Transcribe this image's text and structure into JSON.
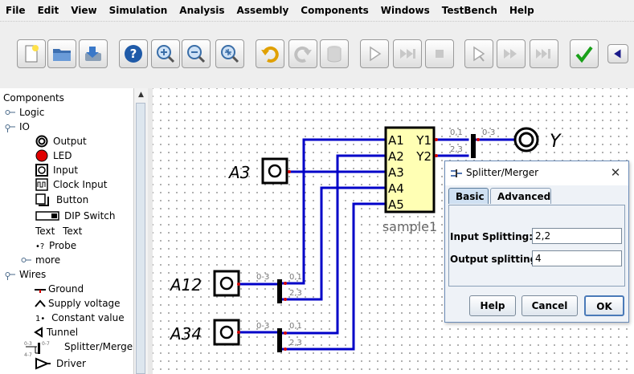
{
  "menubar": {
    "items": [
      "File",
      "Edit",
      "View",
      "Simulation",
      "Analysis",
      "Assembly",
      "Components",
      "Windows",
      "TestBench",
      "Help"
    ]
  },
  "toolbar": {
    "buttons": [
      "new-file-icon",
      "open-folder-icon",
      "save-icon",
      "help-icon",
      "zoom-in-icon",
      "zoom-out-icon",
      "zoom-fit-icon",
      "undo-icon",
      "redo-icon",
      "delete-icon",
      "simulation-start-icon",
      "simulation-step-icon",
      "simulation-stop-icon",
      "timing-start-icon",
      "timing-step-icon",
      "timing-fast-icon",
      "check-icon",
      "back-icon"
    ]
  },
  "tree": {
    "items": [
      {
        "label": "Components",
        "icon": "",
        "kind": "root"
      },
      {
        "label": "Logic",
        "icon": "folder-node-icon",
        "kind": "folder"
      },
      {
        "label": "IO",
        "icon": "folder-node-icon",
        "kind": "folder"
      },
      {
        "label": "Output",
        "icon": "output-icon",
        "kind": "leaf"
      },
      {
        "label": "LED",
        "icon": "led-icon",
        "kind": "leaf"
      },
      {
        "label": "Input",
        "icon": "input-icon",
        "kind": "leaf"
      },
      {
        "label": "Clock Input",
        "icon": "clock-icon",
        "kind": "leaf"
      },
      {
        "label": "Button",
        "icon": "button-icon",
        "kind": "leaf"
      },
      {
        "label": "DIP Switch",
        "icon": "dip-switch-icon",
        "kind": "leaf"
      },
      {
        "label": "Text",
        "icon": "text-icon",
        "kind": "leaf"
      },
      {
        "label": "Probe",
        "icon": "probe-icon",
        "kind": "leaf"
      },
      {
        "label": "more",
        "icon": "folder-node-icon",
        "kind": "subfolder"
      },
      {
        "label": "Wires",
        "icon": "folder-node-icon",
        "kind": "folder"
      },
      {
        "label": "Ground",
        "icon": "ground-icon",
        "kind": "leaf"
      },
      {
        "label": "Supply voltage",
        "icon": "supply-voltage-icon",
        "kind": "leaf"
      },
      {
        "label": "Constant value",
        "icon": "constant-icon",
        "kind": "leaf"
      },
      {
        "label": "Tunnel",
        "icon": "tunnel-icon",
        "kind": "leaf"
      },
      {
        "label": "Splitter/Merger",
        "icon": "splitter-icon",
        "kind": "leaf"
      },
      {
        "label": "Driver",
        "icon": "driver-icon",
        "kind": "leaf"
      }
    ],
    "text_icon_glyph": "Text",
    "probe_glyph": "•?",
    "constant_glyph": "1•",
    "splitter_glyph_top": "0-3",
    "splitter_glyph_right": "0-7",
    "splitter_glyph_bottom": "4-7"
  },
  "circuit": {
    "component_label": "sample1",
    "component_inputs": [
      "A1",
      "A2",
      "A3",
      "A4",
      "A5"
    ],
    "component_outputs": [
      "Y1",
      "Y2"
    ],
    "output_label": "Y",
    "input_labels": {
      "a3": "A3",
      "a12": "A12",
      "a34": "A34"
    },
    "splitter_out": {
      "in1": "0,1",
      "in2": "2,3",
      "out": "0-3"
    },
    "splitter_a12": {
      "in": "0-3",
      "out1": "0,1",
      "out2": "2,3"
    },
    "splitter_a34": {
      "in": "0-3",
      "out1": "0,1",
      "out2": "2,3"
    }
  },
  "dialog": {
    "title": "Splitter/Merger",
    "close_glyph": "✕",
    "tabs": [
      {
        "label": "Basic",
        "selected": true
      },
      {
        "label": "Advanced",
        "selected": false
      }
    ],
    "fields": [
      {
        "label": "Input Splitting:",
        "value": "2,2"
      },
      {
        "label": "Output splitting:",
        "value": "4"
      }
    ],
    "buttons": {
      "help": "Help",
      "cancel": "Cancel",
      "ok": "OK"
    }
  },
  "colors": {
    "wire": "#0000c8",
    "component_fill": "#ffffb4",
    "pin_dot": "#d00000",
    "led": "#e00000",
    "check": "#19a019"
  }
}
